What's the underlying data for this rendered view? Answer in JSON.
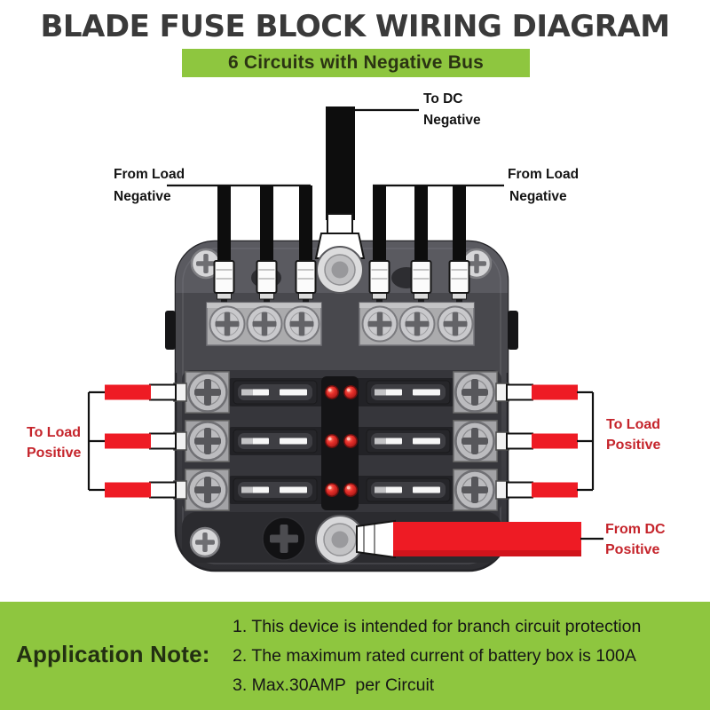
{
  "header": {
    "title": "BLADE FUSE BLOCK WIRING DIAGRAM",
    "subtitle": "6 Circuits with Negative Bus"
  },
  "diagram": {
    "circuits": 6,
    "fuse_rows": 3,
    "leds_per_row": 2,
    "labels": {
      "to_dc_negative": [
        "To DC",
        "Negative"
      ],
      "from_load_left": [
        "From Load",
        "Negative"
      ],
      "from_load_right": [
        "From Load",
        "Negative"
      ],
      "to_load_left": [
        "To Load",
        "Positive"
      ],
      "to_load_right": [
        "To Load",
        "Positive"
      ],
      "from_dc_positive": [
        "From DC",
        "Positive"
      ]
    }
  },
  "footer": {
    "heading": "Application Note:",
    "notes": [
      "1. This device is intended for branch circuit protection",
      "2. The maximum rated current of battery box is 100A",
      "3. Max.30AMP  per Circuit"
    ]
  },
  "colors": {
    "banner_green": "#8ec63f",
    "footer_green": "#8ec63f",
    "wire_red": "#ee1b24",
    "label_red": "#c5242b",
    "wire_black": "#0d0d0d",
    "title_color": "#3a3a3a"
  }
}
